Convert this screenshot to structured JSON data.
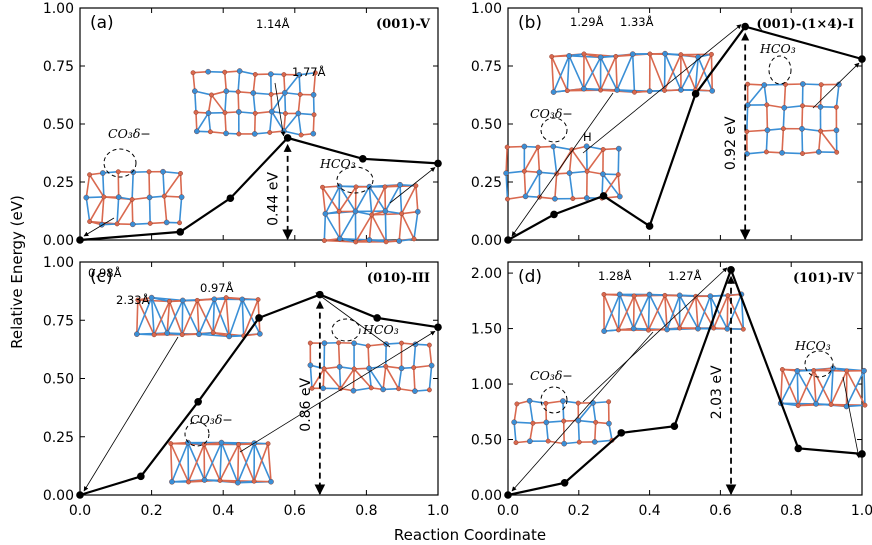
{
  "chart_data": [
    {
      "type": "line",
      "panel_label": "(a)",
      "surface": "(001)-V",
      "x": [
        0.0,
        0.28,
        0.42,
        0.58,
        0.79,
        1.0
      ],
      "y": [
        0.0,
        0.035,
        0.18,
        0.44,
        0.35,
        0.33
      ],
      "xlim": [
        0,
        1
      ],
      "ylim": [
        0,
        1.0
      ],
      "yticks": [
        "0.00",
        "0.25",
        "0.50",
        "0.75",
        "1.00"
      ],
      "xticks": [],
      "barrier_label": "0.44 eV",
      "barrier_x": 0.58,
      "barrier_y": 0.44,
      "annotations": [
        "1.14Å",
        "1.77Å",
        "CO₃δ−",
        "HCO₃"
      ]
    },
    {
      "type": "line",
      "panel_label": "(b)",
      "surface": "(001)-(1×4)-I",
      "x": [
        0.0,
        0.13,
        0.27,
        0.4,
        0.53,
        0.67,
        1.0
      ],
      "y": [
        0.0,
        0.11,
        0.19,
        0.06,
        0.63,
        0.92,
        0.78
      ],
      "xlim": [
        0,
        1
      ],
      "ylim": [
        0,
        1.0
      ],
      "yticks": [
        "0.00",
        "0.25",
        "0.50",
        "0.75",
        "1.00"
      ],
      "xticks": [],
      "barrier_label": "0.92 eV",
      "barrier_x": 0.67,
      "barrier_y": 0.92,
      "annotations": [
        "1.29Å",
        "1.33Å",
        "CO₃δ−",
        "H",
        "HCO₃"
      ]
    },
    {
      "type": "line",
      "panel_label": "(c)",
      "surface": "(010)-III",
      "x": [
        0.0,
        0.17,
        0.33,
        0.5,
        0.67,
        0.83,
        1.0
      ],
      "y": [
        0.0,
        0.08,
        0.4,
        0.76,
        0.86,
        0.76,
        0.72
      ],
      "xlim": [
        0,
        1
      ],
      "ylim": [
        0,
        1.0
      ],
      "yticks": [
        "0.00",
        "0.25",
        "0.50",
        "0.75",
        "1.00"
      ],
      "xticks": [
        "0.0",
        "0.2",
        "0.4",
        "0.6",
        "0.8",
        "1.0"
      ],
      "barrier_label": "0.86 eV",
      "barrier_x": 0.67,
      "barrier_y": 0.86,
      "annotations": [
        "0.98Å",
        "0.97Å",
        "2.33Å",
        "HCO₃",
        "CO₃δ−"
      ]
    },
    {
      "type": "line",
      "panel_label": "(d)",
      "surface": "(101)-IV",
      "x": [
        0.0,
        0.16,
        0.32,
        0.47,
        0.63,
        0.82,
        1.0
      ],
      "y": [
        0.0,
        0.11,
        0.56,
        0.62,
        2.03,
        0.42,
        0.37
      ],
      "xlim": [
        0,
        1
      ],
      "ylim": [
        0,
        2.1
      ],
      "yticks": [
        "0.00",
        "0.50",
        "1.00",
        "1.50",
        "2.00"
      ],
      "xticks": [
        "0.0",
        "0.2",
        "0.4",
        "0.6",
        "0.8",
        "1.0"
      ],
      "barrier_label": "2.03 eV",
      "barrier_x": 0.63,
      "barrier_y": 2.03,
      "annotations": [
        "1.28Å",
        "1.27Å",
        "CO₃δ−",
        "HCO₃"
      ]
    }
  ],
  "axes": {
    "ylabel": "Relative Energy (eV)",
    "xlabel": "Reaction Coordinate"
  },
  "colors": {
    "oxygen": "#d9694f",
    "metal": "#3a8fd6",
    "carbon": "#8a4a2a",
    "line": "#000000"
  }
}
